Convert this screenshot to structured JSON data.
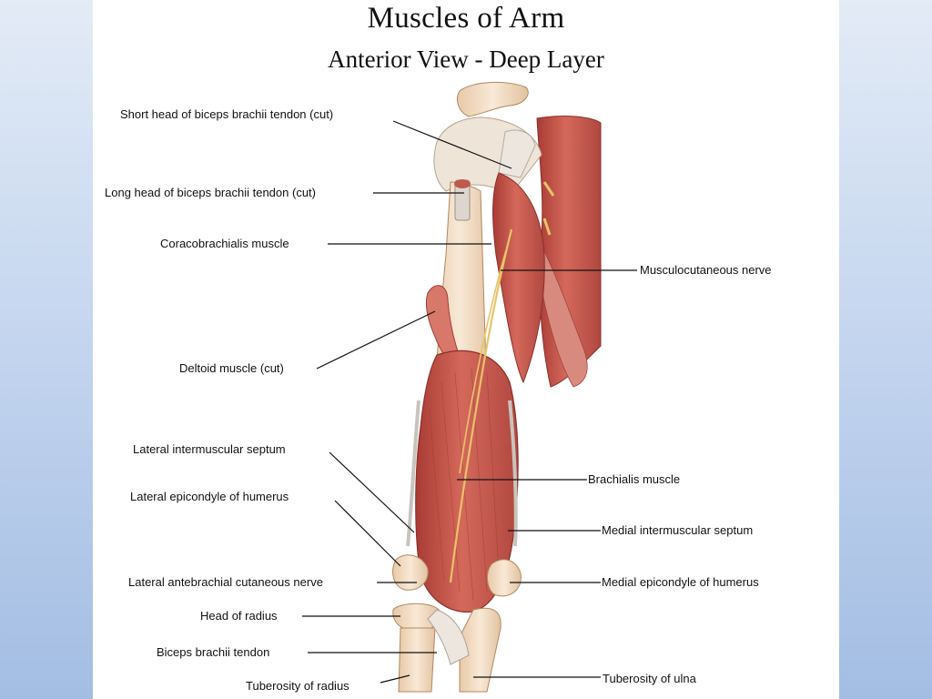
{
  "title": "Muscles of Arm",
  "subtitle": "Anterior View - Deep Layer",
  "colors": {
    "muscle": "#c8554a",
    "muscle_light": "#e6988c",
    "bone": "#f1dcc4",
    "tendon": "#ece6df",
    "nerve": "#e8c36a",
    "background": "#b5cbe9"
  },
  "labels": {
    "short_head": "Short head of biceps brachii tendon (cut)",
    "long_head": "Long head of biceps brachii tendon (cut)",
    "coracobrachialis": "Coracobrachialis muscle",
    "deltoid": "Deltoid muscle (cut)",
    "lat_septum": "Lateral intermuscular septum",
    "lat_epicondyle": "Lateral epicondyle of humerus",
    "lat_antebrachial": "Lateral antebrachial cutaneous nerve",
    "head_radius": "Head of radius",
    "biceps_tendon": "Biceps brachii tendon",
    "tuberosity_radius": "Tuberosity of radius",
    "musculocutaneous": "Musculocutaneous nerve",
    "brachialis": "Brachialis muscle",
    "med_septum": "Medial intermuscular septum",
    "med_epicondyle": "Medial epicondyle of humerus",
    "tuberosity_ulna": "Tuberosity of ulna"
  }
}
